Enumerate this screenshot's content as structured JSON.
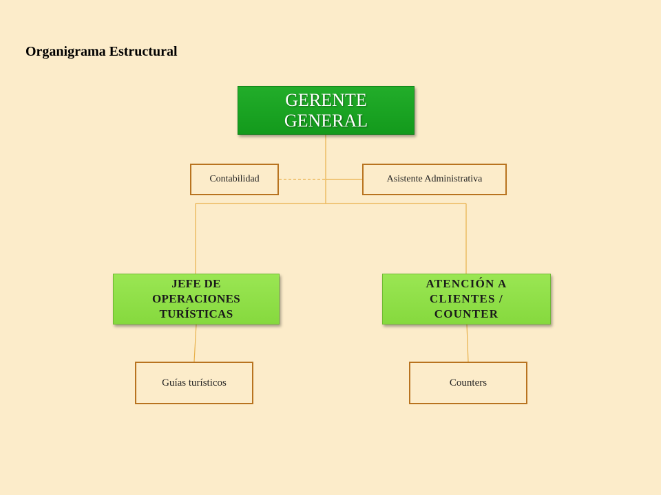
{
  "title": "Organigrama Estructural",
  "nodes": {
    "gerente": [
      "GERENTE",
      "GENERAL"
    ],
    "contabilidad": "Contabilidad",
    "asistente": "Asistente Administrativa",
    "jefe_operaciones": [
      "JEFE DE",
      "OPERACIONES",
      "TURÍSTICAS"
    ],
    "atencion_clientes": [
      "ATENCIÓN A",
      "CLIENTES /",
      "COUNTER"
    ],
    "guias": "Guías turísticos",
    "counters": "Counters"
  },
  "colors": {
    "background": "#fcecca",
    "primary_box": "#1aa322",
    "secondary_box": "#90e049",
    "leaf_border": "#b8731f",
    "connector": "#e8b04a"
  }
}
